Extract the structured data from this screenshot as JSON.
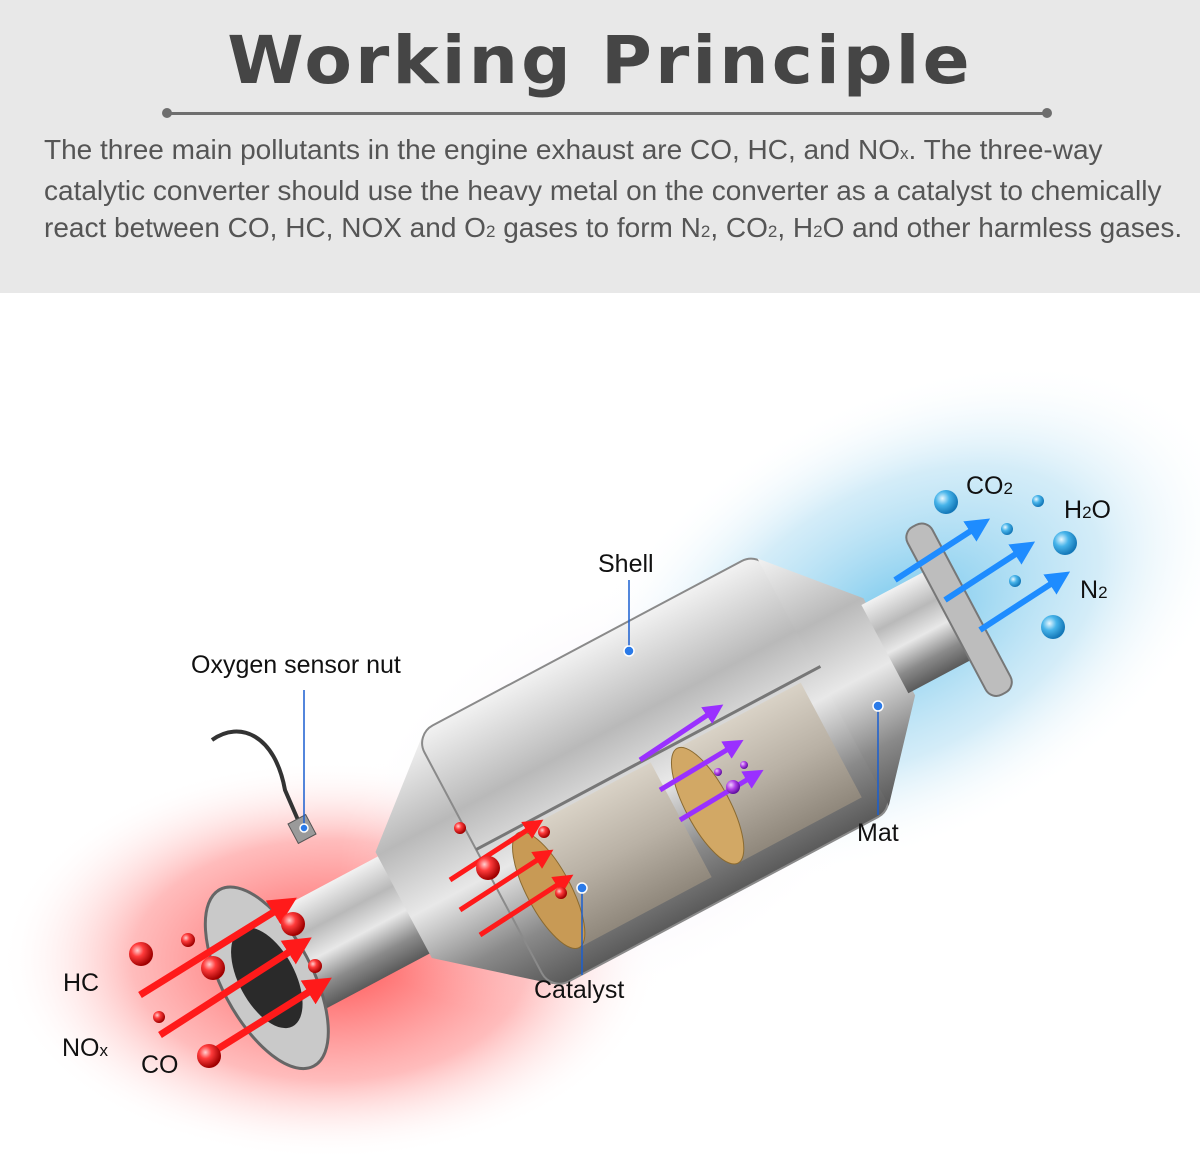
{
  "header": {
    "title": "Working Principle",
    "paragraph": {
      "p1": "The three main pollutants in the engine exhaust are CO, HC, and NO",
      "s1": "x",
      "p2": ". The three-way catalytic converter should use the heavy metal on the converter as a catalyst to chemically react between CO, HC, NOX and O",
      "s2": "2",
      "p3": " gases to form N",
      "s3": "2",
      "p4": ", CO",
      "s4": "2",
      "p5": ", H",
      "s5": "2",
      "p6": "O and other harmless gases."
    }
  },
  "labels": {
    "shell": "Shell",
    "oxygen_sensor_nut": "Oxygen sensor nut",
    "mat": "Mat",
    "catalyst": "Catalyst",
    "hc": "HC",
    "nox": {
      "base": "NO",
      "sub": "x"
    },
    "co": "CO",
    "co2": {
      "base": "CO",
      "sub": "2"
    },
    "h2o": {
      "pre": "H",
      "sub": "2",
      "post": "O"
    },
    "n2": {
      "base": "N",
      "sub": "2"
    }
  },
  "colors": {
    "inlet": "#ff2a2a",
    "outlet": "#1e8cff",
    "leader": "#1a5fd0",
    "catalyst": "#c89a55"
  }
}
